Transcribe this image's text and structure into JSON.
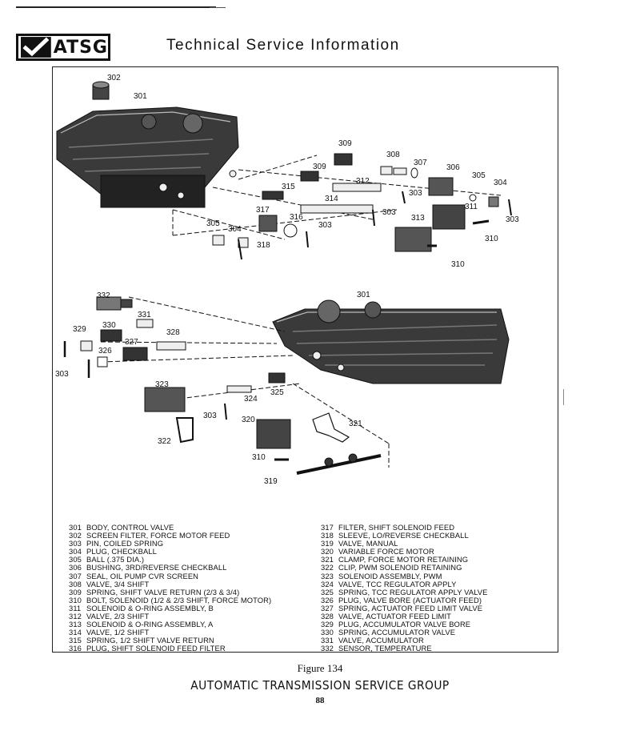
{
  "header": {
    "logo_text": "ATSG",
    "title": "Technical Service Information"
  },
  "diagram": {
    "callouts": [
      "302",
      "301",
      "309",
      "308",
      "307",
      "306",
      "305",
      "304",
      "309",
      "312",
      "303",
      "315",
      "314",
      "311",
      "303",
      "317",
      "316",
      "303",
      "313",
      "303",
      "305",
      "304",
      "318",
      "310",
      "310",
      "332",
      "301",
      "331",
      "330",
      "329",
      "328",
      "327",
      "326",
      "303",
      "323",
      "325",
      "324",
      "303",
      "320",
      "321",
      "322",
      "310",
      "319"
    ]
  },
  "legend": {
    "left": [
      {
        "num": "301",
        "text": "BODY, CONTROL VALVE"
      },
      {
        "num": "302",
        "text": "SCREEN FILTER, FORCE MOTOR FEED"
      },
      {
        "num": "303",
        "text": "PIN, COILED SPRING"
      },
      {
        "num": "304",
        "text": "PLUG, CHECKBALL"
      },
      {
        "num": "305",
        "text": "BALL (.375 DIA.)"
      },
      {
        "num": "306",
        "text": "BUSHING, 3RD/REVERSE CHECKBALL"
      },
      {
        "num": "307",
        "text": "SEAL, OIL PUMP CVR SCREEN"
      },
      {
        "num": "308",
        "text": "VALVE, 3/4 SHIFT"
      },
      {
        "num": "309",
        "text": "SPRING, SHIFT VALVE RETURN (2/3 & 3/4)"
      },
      {
        "num": "310",
        "text": "BOLT, SOLENOID (1/2 & 2/3 SHIFT, FORCE MOTOR)"
      },
      {
        "num": "311",
        "text": "SOLENOID & O-RING ASSEMBLY, B"
      },
      {
        "num": "312",
        "text": "VALVE, 2/3 SHIFT"
      },
      {
        "num": "313",
        "text": "SOLENOID & O-RING ASSEMBLY, A"
      },
      {
        "num": "314",
        "text": "VALVE, 1/2 SHIFT"
      },
      {
        "num": "315",
        "text": "SPRING, 1/2 SHIFT VALVE RETURN"
      },
      {
        "num": "316",
        "text": "PLUG, SHIFT SOLENOID FEED FILTER"
      }
    ],
    "right": [
      {
        "num": "317",
        "text": "FILTER, SHIFT SOLENOID FEED"
      },
      {
        "num": "318",
        "text": "SLEEVE, LO/REVERSE CHECKBALL"
      },
      {
        "num": "319",
        "text": "VALVE, MANUAL"
      },
      {
        "num": "320",
        "text": "VARIABLE FORCE MOTOR"
      },
      {
        "num": "321",
        "text": "CLAMP, FORCE MOTOR RETAINING"
      },
      {
        "num": "322",
        "text": "CLIP, PWM SOLENOID RETAINING"
      },
      {
        "num": "323",
        "text": "SOLENOID ASSEMBLY, PWM"
      },
      {
        "num": "324",
        "text": "VALVE, TCC REGULATOR APPLY"
      },
      {
        "num": "325",
        "text": "SPRING, TCC REGULATOR APPLY VALVE"
      },
      {
        "num": "326",
        "text": "PLUG, VALVE BORE (ACTUATOR FEED)"
      },
      {
        "num": "327",
        "text": "SPRING, ACTUATOR FEED LIMIT VALVE"
      },
      {
        "num": "328",
        "text": "VALVE, ACTUATOR FEED LIMIT"
      },
      {
        "num": "329",
        "text": "PLUG, ACCUMULATOR VALVE BORE"
      },
      {
        "num": "330",
        "text": "SPRING, ACCUMULATOR VALVE"
      },
      {
        "num": "331",
        "text": "VALVE, ACCUMULATOR"
      },
      {
        "num": "332",
        "text": "SENSOR, TEMPERATURE"
      }
    ]
  },
  "figure_caption": "Figure 134",
  "footer": {
    "organization": "AUTOMATIC TRANSMISSION SERVICE GROUP",
    "page_number": "88"
  }
}
